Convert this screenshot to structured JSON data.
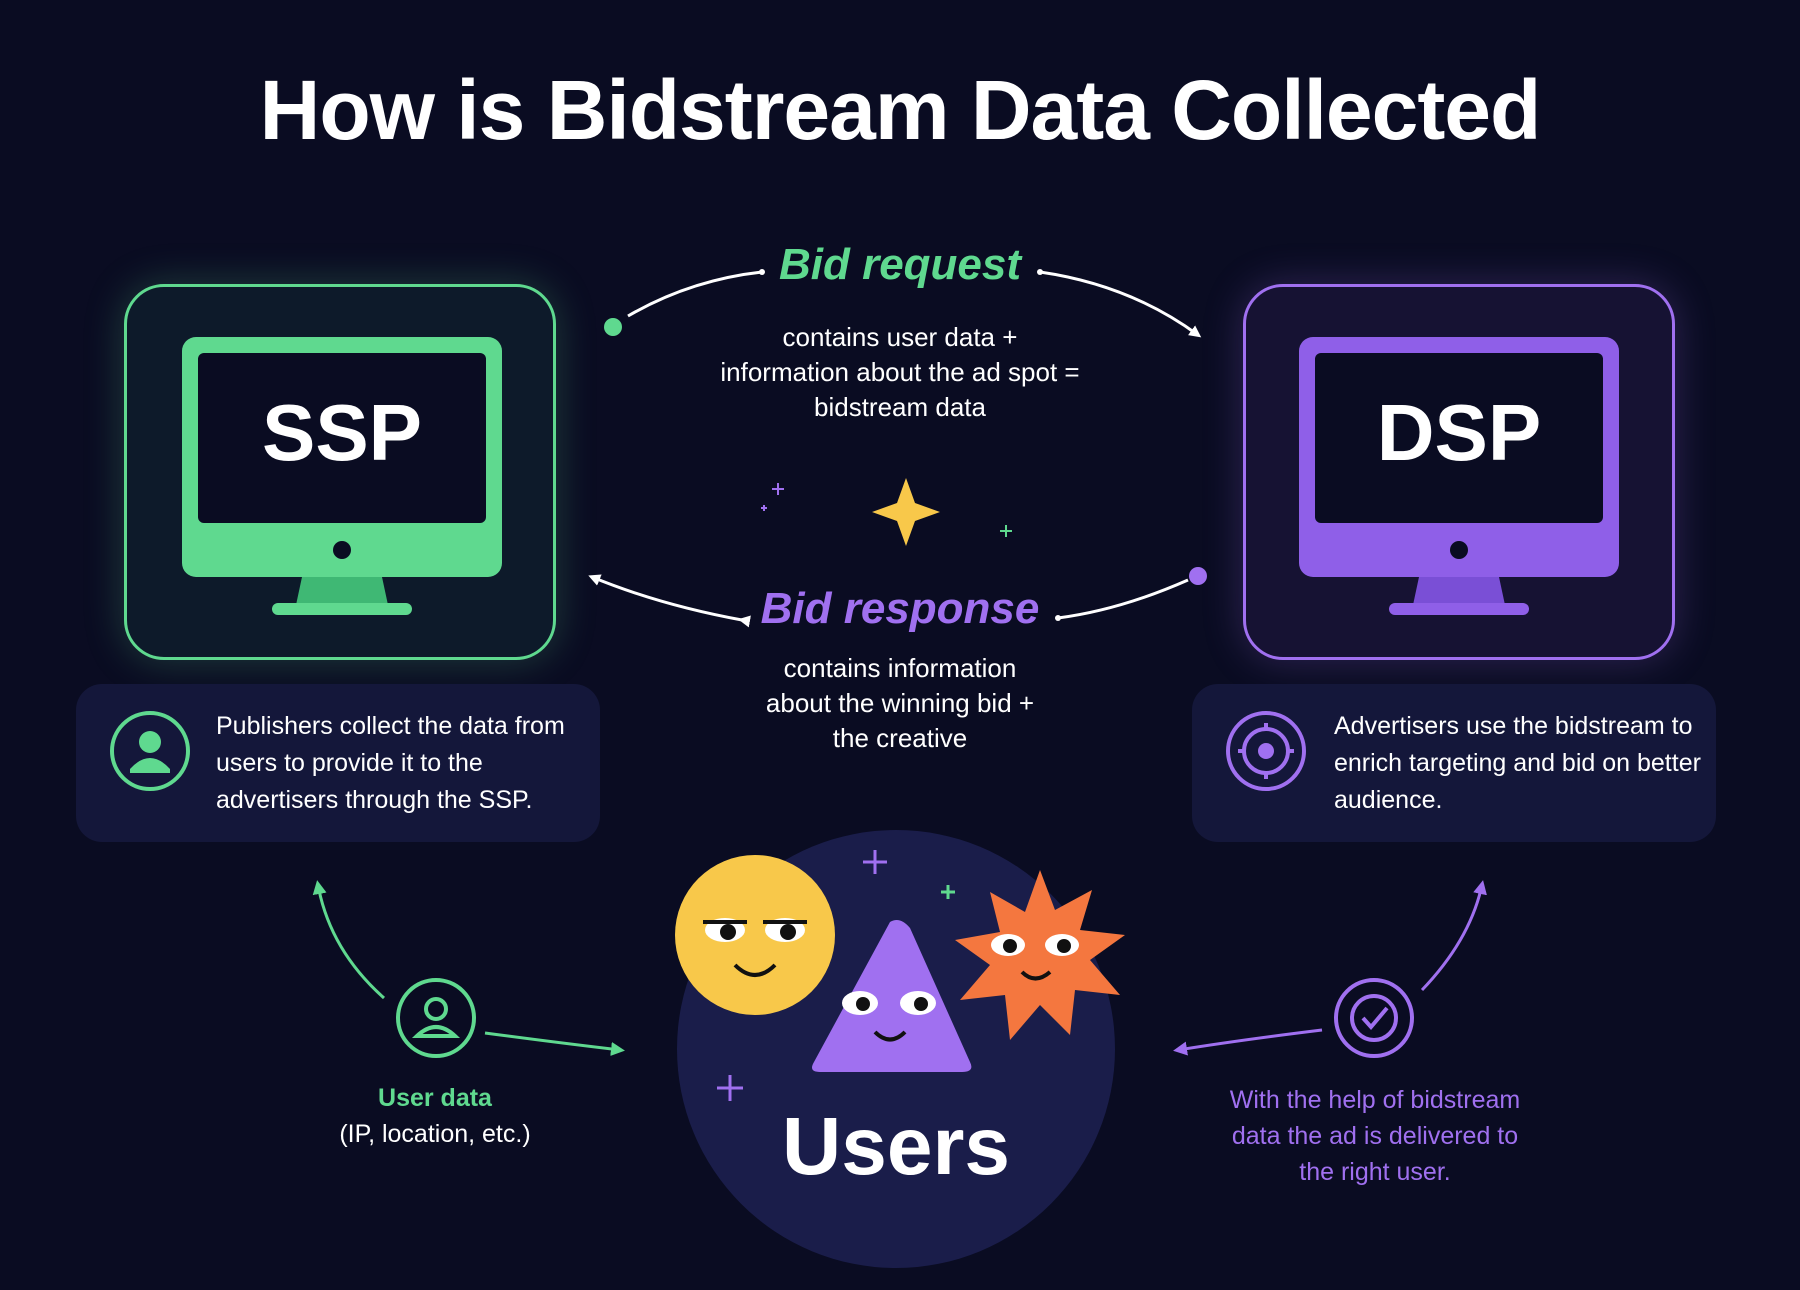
{
  "title": "How is Bidstream Data Collected",
  "ssp": {
    "label": "SSP",
    "description": "Publishers collect the data from users to provide it to the advertisers through the SSP."
  },
  "dsp": {
    "label": "DSP",
    "description": "Advertisers use the bidstream to enrich targeting and bid on better audience."
  },
  "bid_request": {
    "label": "Bid request",
    "description": [
      "contains user data +",
      "information about the ad spot =",
      "bidstream data"
    ]
  },
  "bid_response": {
    "label": "Bid response",
    "description": [
      "contains information",
      "about the winning bid +",
      "the creative"
    ]
  },
  "users": {
    "label": "Users"
  },
  "user_data": {
    "label": "User data",
    "detail": "(IP, location, etc.)"
  },
  "delivery": {
    "lines": [
      "With the help of bidstream",
      "data the ad is delivered to",
      "the right user."
    ]
  },
  "colors": {
    "background": "#0a0c22",
    "green": "#5fd98f",
    "purple": "#a070f0",
    "yellow": "#f8c84a",
    "orange": "#f4773f",
    "panel": "#14173a"
  },
  "icons": [
    "person-icon",
    "target-icon",
    "check-icon",
    "sparkle-icon"
  ]
}
